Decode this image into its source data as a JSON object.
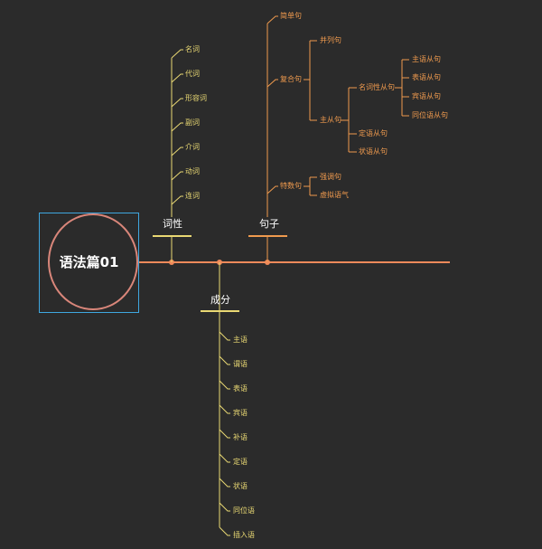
{
  "root": {
    "title": "语法篇01"
  },
  "colors": {
    "background": "#2b2b2b",
    "yellow": "#e9d873",
    "orange": "#ef9a4e",
    "spine": "#ef8a5a",
    "box": "#3fa7e0",
    "circle": "#d9867a"
  },
  "branches": {
    "cixing": {
      "label": "词性",
      "items": [
        "名词",
        "代词",
        "形容词",
        "副词",
        "介词",
        "动词",
        "连词"
      ]
    },
    "juzi": {
      "label": "句子",
      "jiandan": "简单句",
      "fuhe": {
        "label": "复合句",
        "binglie": "并列句",
        "zhucong": {
          "label": "主从句",
          "mingci": {
            "label": "名词性从句",
            "items": [
              "主语从句",
              "表语从句",
              "宾语从句",
              "同位语从句"
            ]
          },
          "dingyu": "定语从句",
          "zhuangyu": "状语从句"
        }
      },
      "teshu": {
        "label": "特数句",
        "items": [
          "强调句",
          "虚拟语气"
        ]
      }
    },
    "chengfen": {
      "label": "成分",
      "items": [
        "主语",
        "谓语",
        "表语",
        "宾语",
        "补语",
        "定语",
        "状语",
        "同位语",
        "插入语"
      ]
    }
  }
}
